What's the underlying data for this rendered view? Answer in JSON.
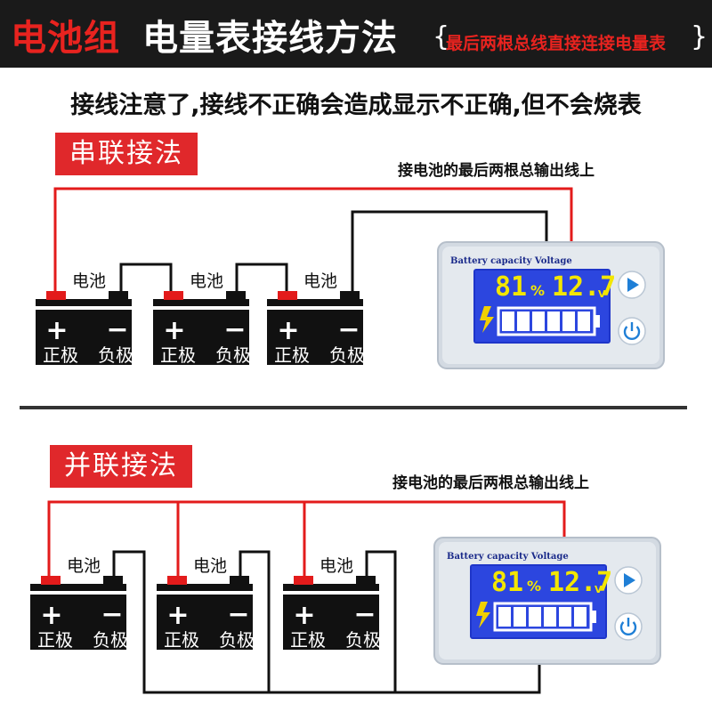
{
  "header": {
    "title_red": "电池组",
    "title_white": "电量表接线方法",
    "brace_left": "{",
    "subtitle": "最后两根总线直接连接电量表",
    "brace_right": "}"
  },
  "notice": "接线注意了,接线不正确会造成显示不正确,但不会烧表",
  "series_section": {
    "label": "串联接法",
    "note": "接电池的最后两根总输出线上",
    "battery_label": "电池",
    "plus_sign": "+",
    "minus_sign": "−",
    "pos_label": "正极",
    "neg_label": "负极"
  },
  "parallel_section": {
    "label": "并联接法",
    "note": "接电池的最后两根总输出线上",
    "battery_label": "电池",
    "plus_sign": "+",
    "minus_sign": "−",
    "pos_label": "正极",
    "neg_label": "负极"
  },
  "meter": {
    "brand_line": "Battery capacity Voltage",
    "percent_value": "81",
    "percent_unit": "%",
    "voltage_value": "12.7",
    "voltage_unit": "V",
    "play_icon": "play-icon",
    "power_icon": "power-icon",
    "bolt_icon": "lightning-icon"
  },
  "colors": {
    "red_wire": "#e31b1b",
    "black_wire": "#111111",
    "label_red": "#e0282b",
    "lcd_blue": "#2a3fd6",
    "lcd_yellow": "#f3e600",
    "button_blue": "#1f7fd6"
  }
}
